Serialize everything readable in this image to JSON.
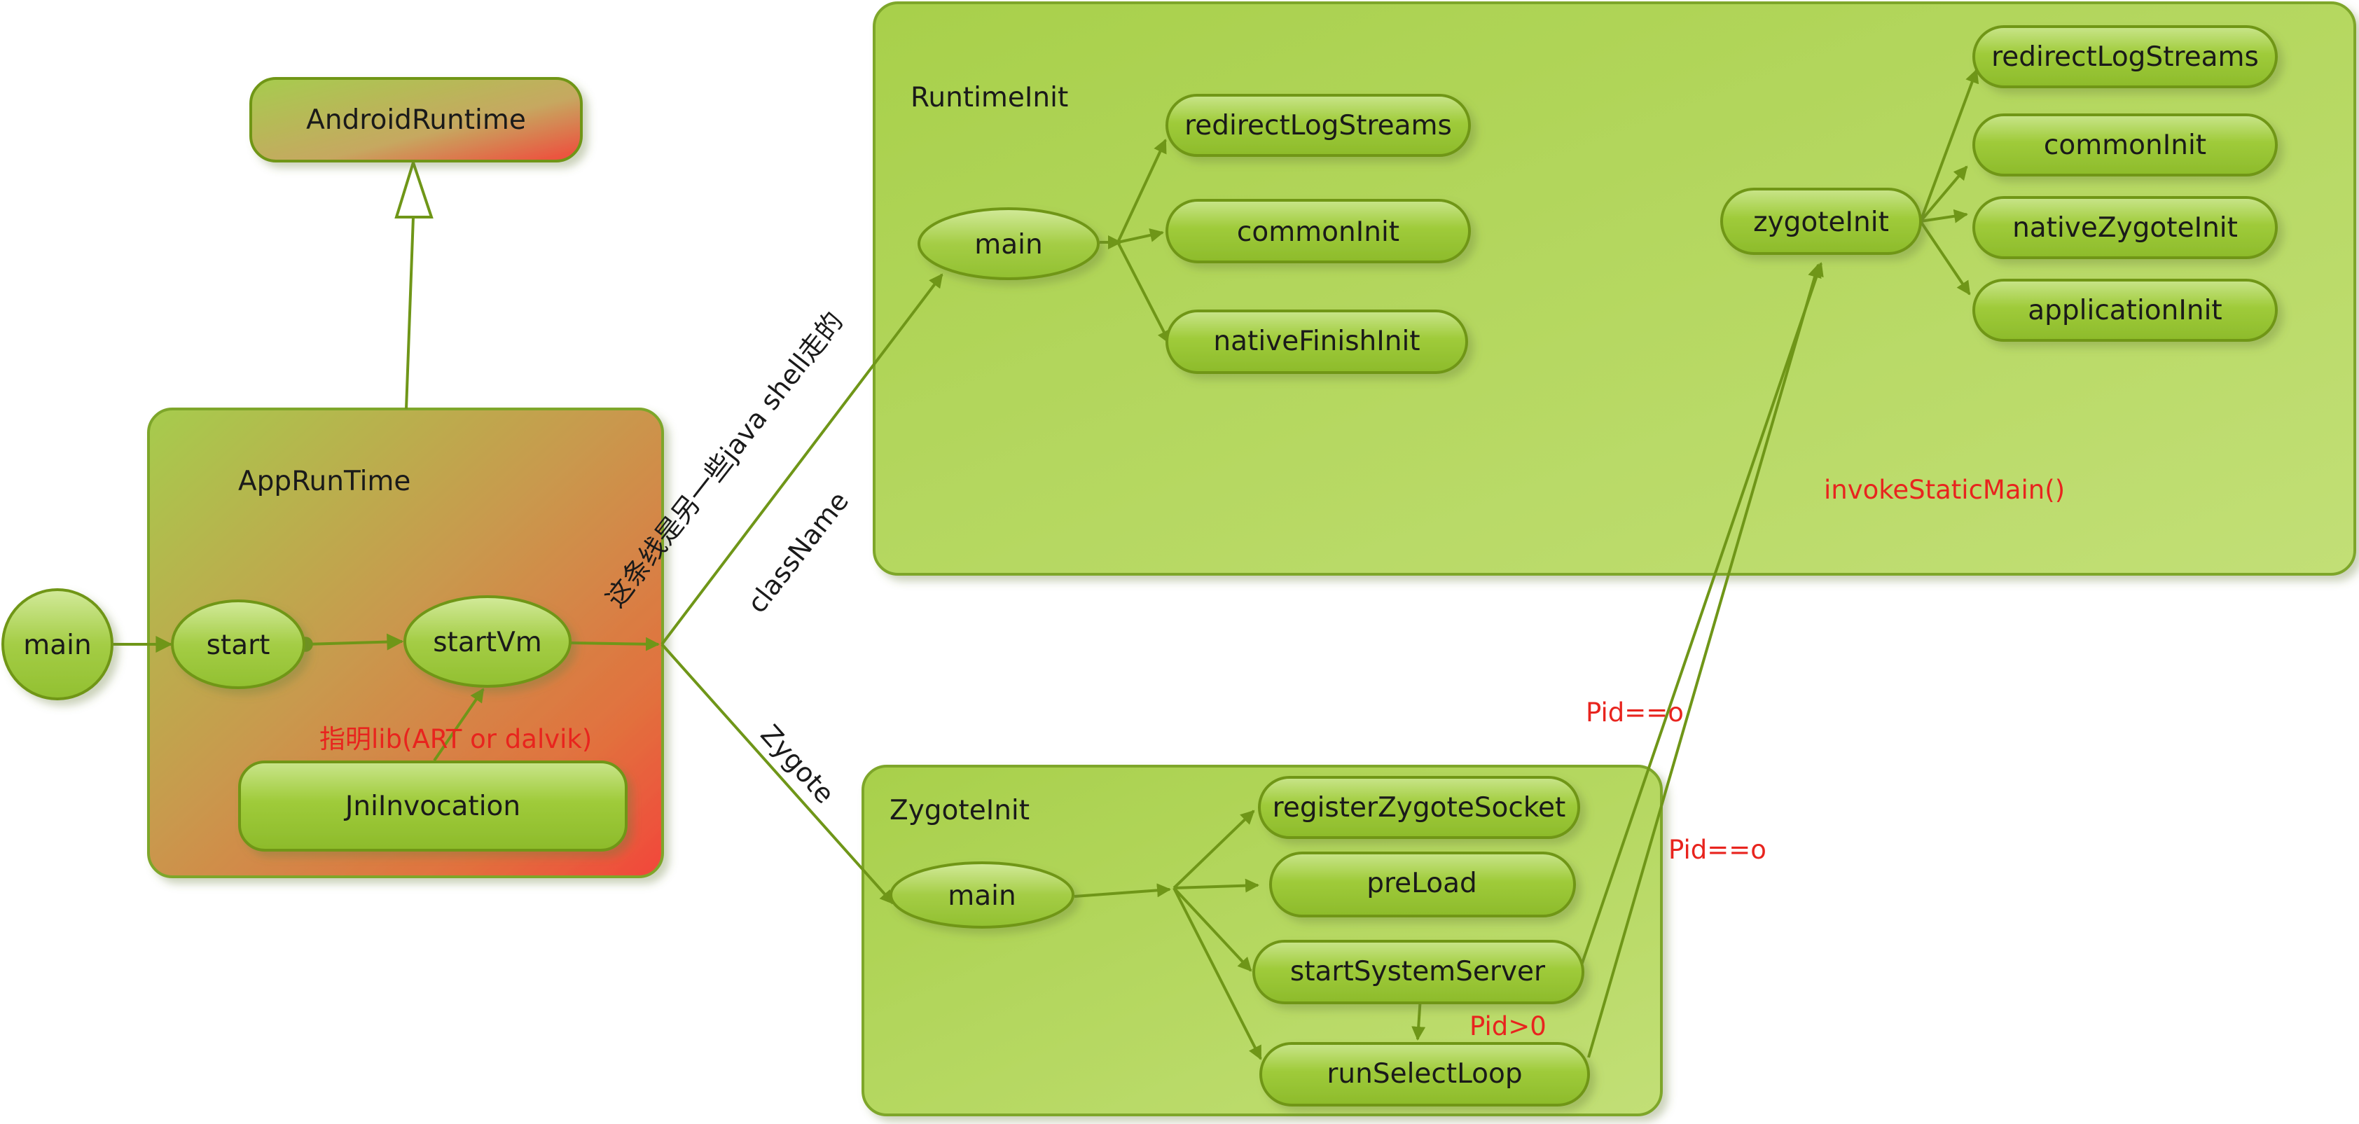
{
  "colors": {
    "edge": "#6f9618",
    "node_fill": "#9cc537",
    "node_stroke": "#6f9618",
    "container_fill": "#b4d65f",
    "container_stroke": "#7ea62a",
    "annotation_text": "#e8241e"
  },
  "containers": {
    "appruntime": {
      "title": "AppRunTime"
    },
    "runtimeinit": {
      "title": "RuntimeInit"
    },
    "zygoteinit": {
      "title": "ZygoteInit"
    }
  },
  "nodes": {
    "android_runtime": "AndroidRuntime",
    "main_entry": "main",
    "start": "start",
    "startvm": "startVm",
    "jni_invocation": "JniInvocation",
    "rt_main": "main",
    "rt_redirect": "redirectLogStreams",
    "rt_common": "commonInit",
    "rt_native_finish": "nativeFinishInit",
    "zi_node": "zygoteInit",
    "zi_redirect": "redirectLogStreams",
    "zi_common": "commonInit",
    "zi_native_zygote": "nativeZygoteInit",
    "zi_application": "applicationInit",
    "zy_main": "main",
    "zy_register": "registerZygoteSocket",
    "zy_preload": "preLoad",
    "zy_start_system_server": "startSystemServer",
    "zy_run_select_loop": "runSelectLoop"
  },
  "edge_labels": {
    "java_shell": "这条线是另一些java shell走的",
    "class_name": "className",
    "zygote": "Zygote"
  },
  "annotations": {
    "lib": "指明lib(ART or dalvik)",
    "invoke": "invokeStaticMain()",
    "pid_eq_1": "Pid==o",
    "pid_eq_2": "Pid==o",
    "pid_gt": "Pid>0"
  }
}
